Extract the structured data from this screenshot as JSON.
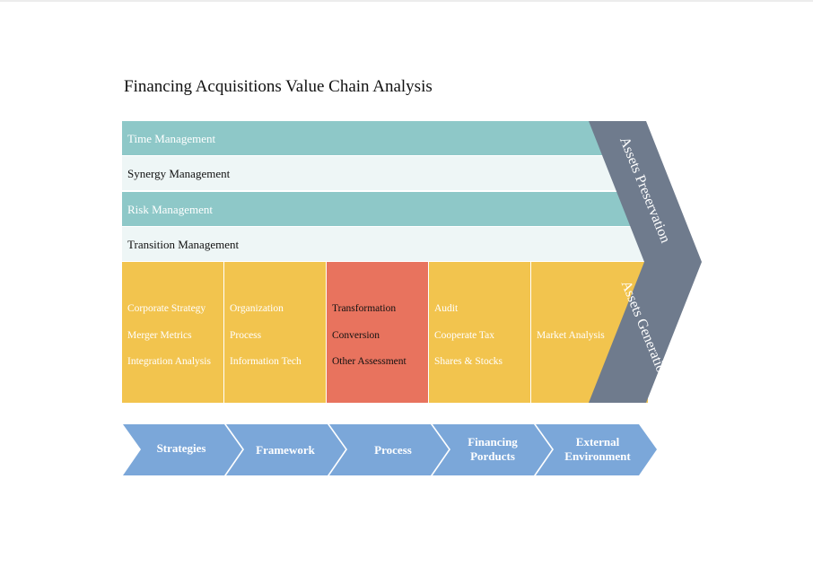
{
  "title": "Financing Acquisitions Value Chain Analysis",
  "colors": {
    "teal": "#8ec8c8",
    "light": "#eef6f6",
    "yellow": "#f2c44e",
    "red": "#e8735e",
    "slate": "#6f7b8d",
    "blue": "#7ba7d9"
  },
  "support_bands": [
    {
      "label": "Time Management"
    },
    {
      "label": "Synergy Management"
    },
    {
      "label": "Risk Management"
    },
    {
      "label": "Transition Management"
    }
  ],
  "primary_columns": [
    {
      "items": [
        "Corporate Strategy",
        "Merger Metrics",
        "Integration Analysis"
      ]
    },
    {
      "items": [
        "Organization",
        "Process",
        "Information Tech"
      ]
    },
    {
      "items": [
        "Transformation",
        "Conversion",
        "Other Assessment"
      ]
    },
    {
      "items": [
        "Audit",
        "Cooperate Tax",
        "Shares & Stocks"
      ]
    },
    {
      "items": [
        "",
        "Market Analysis",
        ""
      ]
    }
  ],
  "chevron": {
    "top_label": "Assets Preservation",
    "bottom_label": "Assets Generation"
  },
  "steps": [
    {
      "label": "Strategies"
    },
    {
      "label": "Framework"
    },
    {
      "label": "Process"
    },
    {
      "label": "Financing\nPorducts"
    },
    {
      "label": "External\nEnvironment"
    }
  ]
}
